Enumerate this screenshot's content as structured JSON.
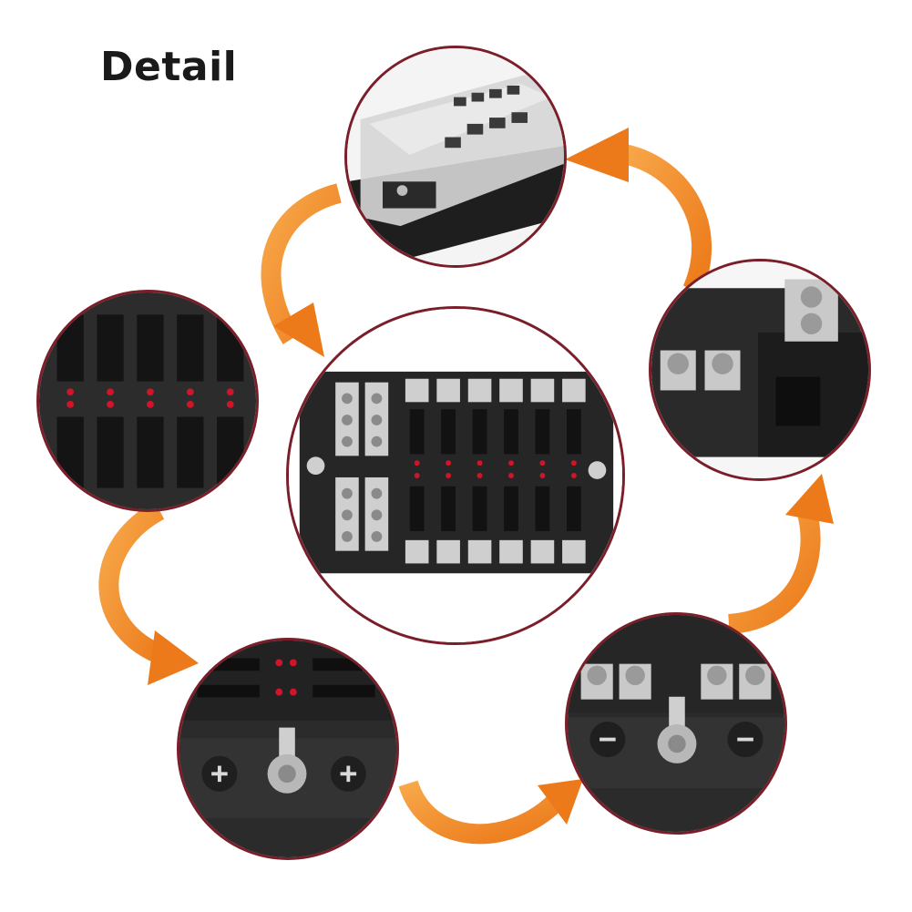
{
  "heading": {
    "text": "Detail"
  },
  "colors": {
    "ring": "#7a1f2a",
    "arrow": "#f08a24",
    "housing": "#2b2b2b",
    "led": "#d0152a",
    "metal": "#c9c9c9"
  },
  "photos": [
    {
      "name": "photo-clear-cover",
      "content": "clear-cover-fuse-box"
    },
    {
      "name": "photo-main-fuse-block",
      "content": "twelve-way-fuse-block"
    },
    {
      "name": "photo-fuse-slots-leds",
      "content": "fuse-slots-with-led-indicators"
    },
    {
      "name": "photo-terminal-screws",
      "content": "terminal-screws-side-view"
    },
    {
      "name": "photo-positive-stud",
      "content": "positive-bus-stud"
    },
    {
      "name": "photo-negative-stud",
      "content": "negative-bus-stud"
    }
  ],
  "icons": [
    "curved-arrow-icon"
  ]
}
